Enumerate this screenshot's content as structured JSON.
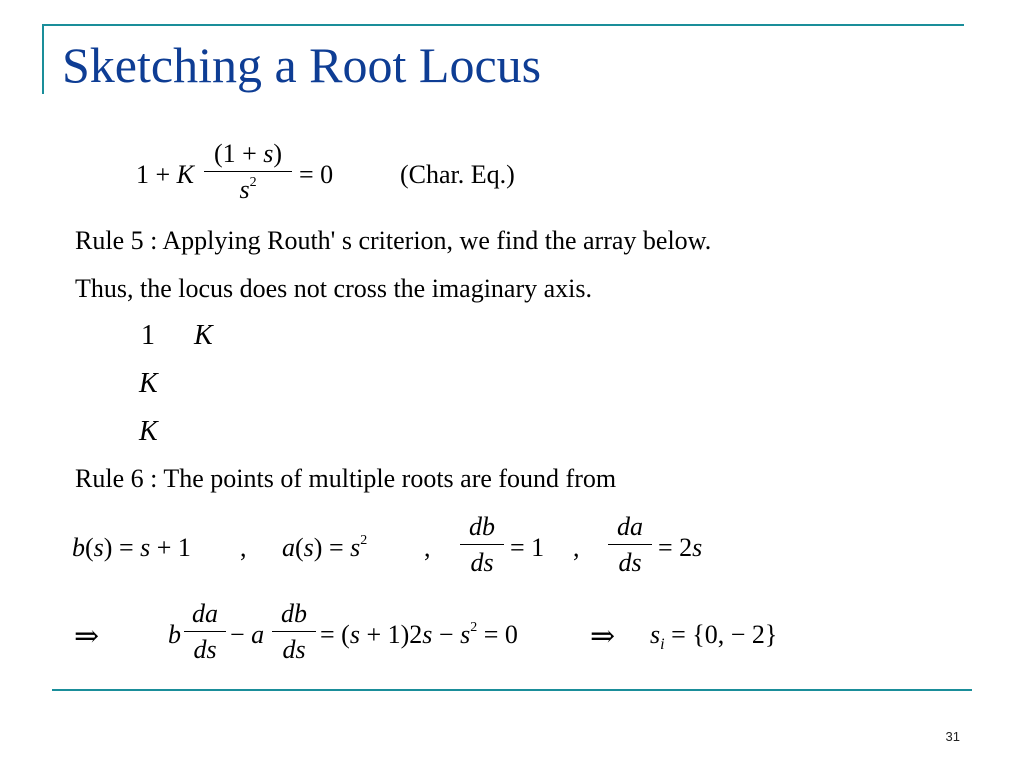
{
  "slide": {
    "title": "Sketching a Root Locus",
    "page_number": "31",
    "accent_color": "#1a8e9a",
    "title_color": "#0e3d94"
  },
  "char_eq": {
    "lead": "1 + ",
    "gain": "K",
    "num_paren_open": "(1 + ",
    "num_var": "s",
    "num_paren_close": ")",
    "den_var": "s",
    "den_exp": "2",
    "rhs": "= 0",
    "label": "(Char. Eq.)"
  },
  "rule5": {
    "line1": "Rule 5 : Applying  Routh' s criterion, we find the array below.",
    "line2": "Thus,  the locus does not cross the imaginary axis."
  },
  "routh_array": {
    "row1_col1": "1",
    "row1_col2": "K",
    "row2_col1": "K",
    "row3_col1": "K"
  },
  "rule6": {
    "line": "Rule 6 : The  points of  multiple roots are found from"
  },
  "eq_row1": {
    "b_def": "b(s) = s + 1",
    "sep1": ",",
    "a_def_lhs": "a(s) = s",
    "a_def_exp": "2",
    "sep2": ",",
    "db_num": "db",
    "db_den": "ds",
    "db_rhs": "= 1",
    "sep3": ",",
    "da_num": "da",
    "da_den": "ds",
    "da_rhs": "= 2s"
  },
  "eq_row2": {
    "implies1": "⇒",
    "b": "b",
    "da_num": "da",
    "da_den": "ds",
    "minus_a": "− a",
    "db_num": "db",
    "db_den": "ds",
    "expr": "= (s + 1)2s − s",
    "expr_exp": "2",
    "expr_tail": " = 0",
    "implies2": "⇒",
    "si_base": "s",
    "si_sub": "i",
    "si_rhs": "= {0, − 2}"
  }
}
